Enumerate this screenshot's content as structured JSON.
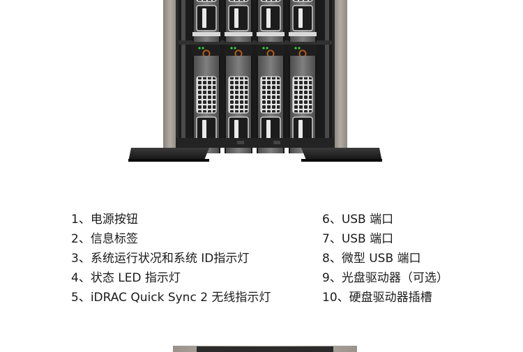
{
  "features_left": [
    "1、电源按钮",
    "2、信息标签",
    "3、系统运行状况和系统 ID指示灯",
    "4、状态 LED 指示灯",
    "5、iDRAC Quick Sync 2 无线指示灯"
  ],
  "features_right": [
    "6、USB 端口",
    "7、USB 端口",
    "8、微型 USB 端口",
    "9、光盘驱动器（可选）",
    "10、硬盘驱动器插槽"
  ],
  "drive_bays": {
    "columns": 4,
    "rows": 2
  },
  "colors": {
    "chassis": "#a49d95",
    "chassis_dark": "#2b2b2b",
    "foot": "#262626",
    "led_green": "#3ccf3c",
    "drive_latch": "#c0621e"
  }
}
